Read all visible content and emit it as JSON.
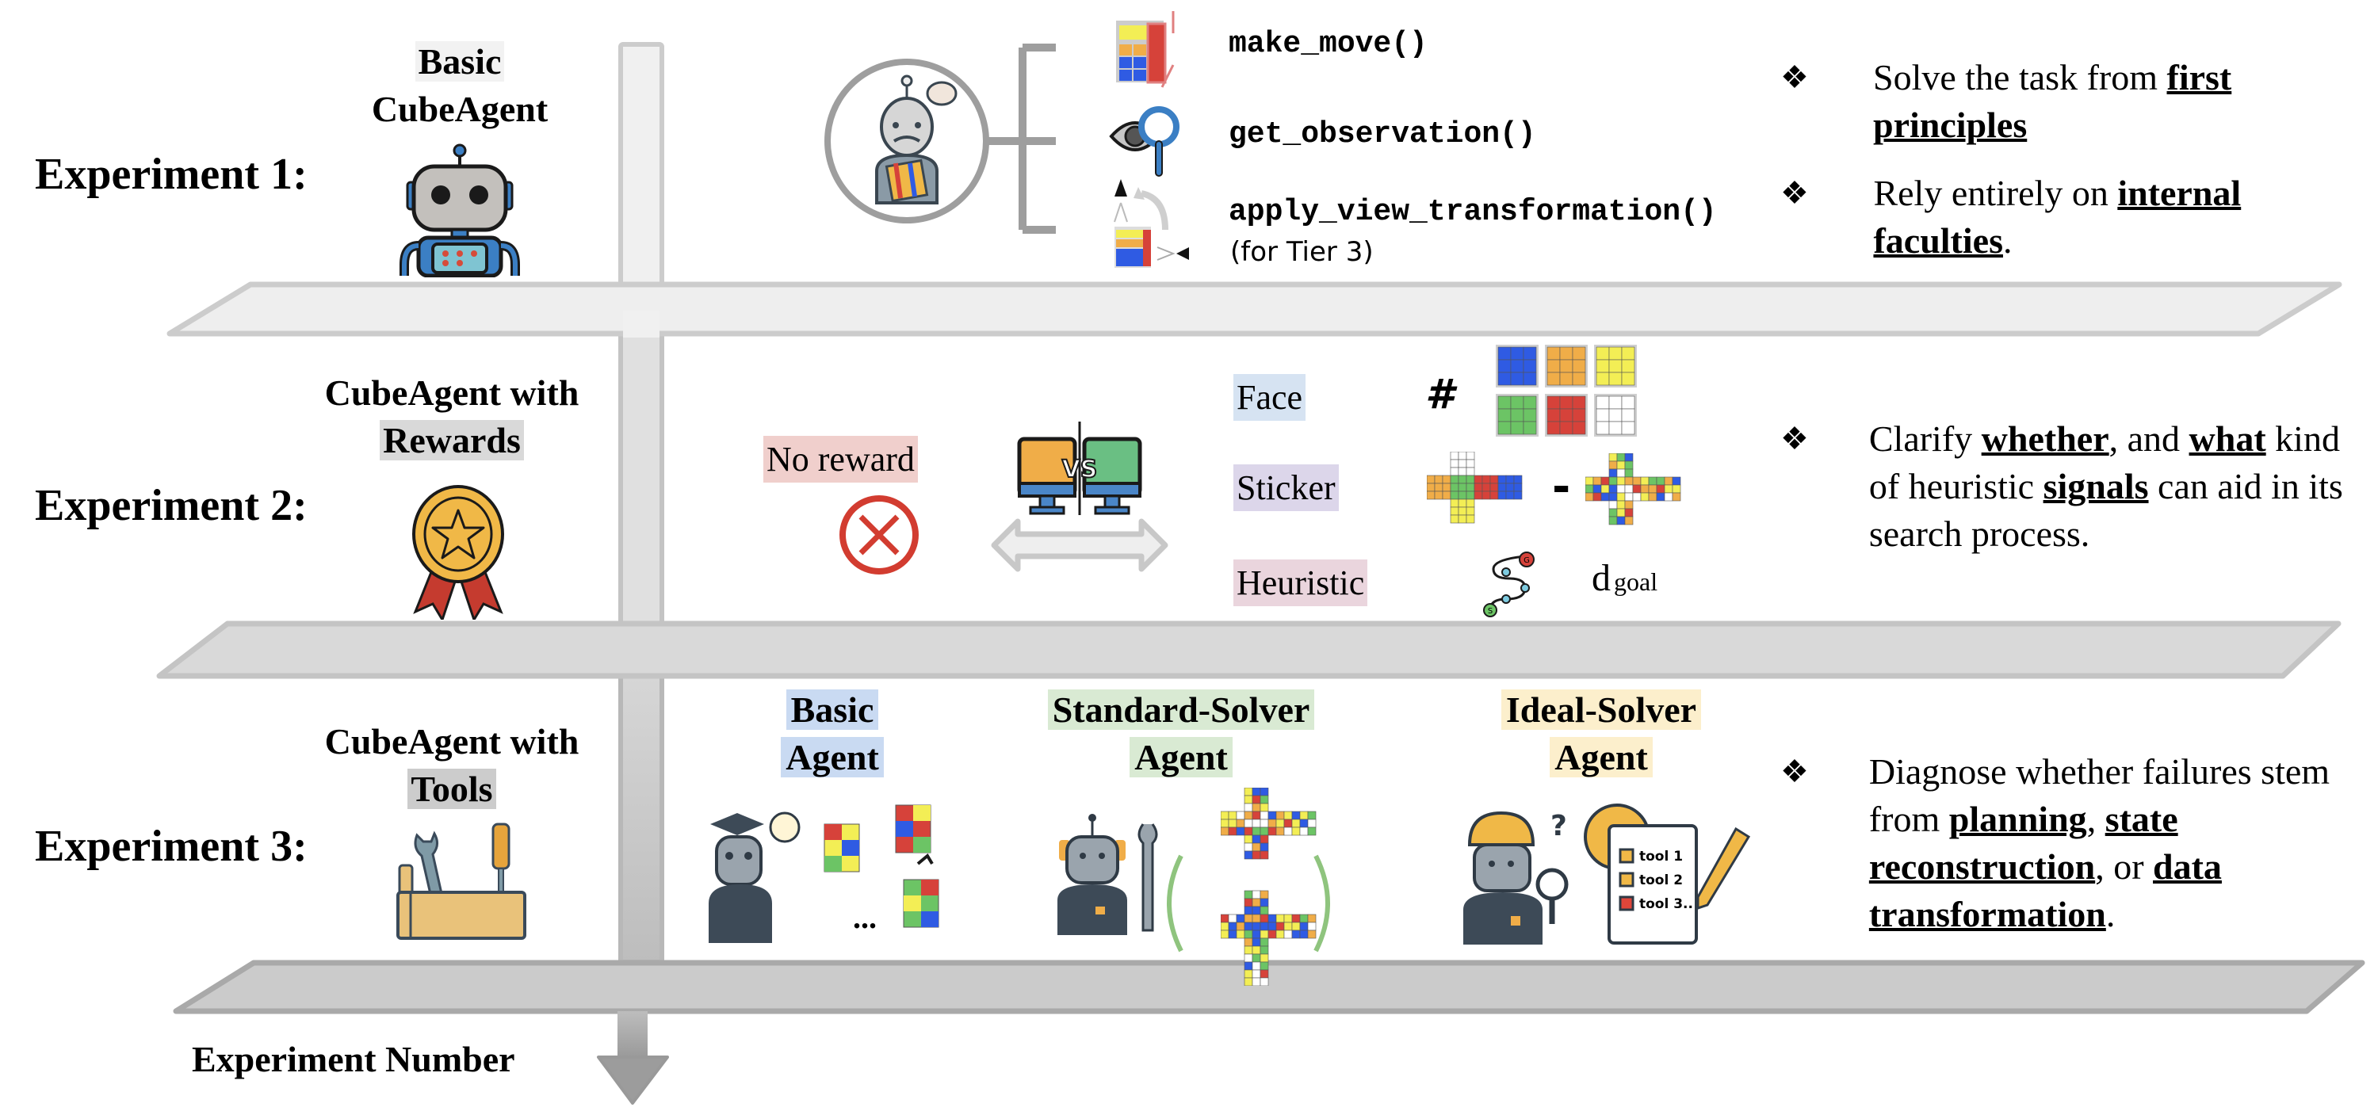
{
  "axis": {
    "label": "Experiment Number"
  },
  "colors": {
    "shelf_fill_1": "#eeeeee",
    "shelf_fill_2": "#d9d9d9",
    "shelf_fill_3": "#cbcbcb",
    "shelf_edge": "#c8c8c8",
    "pillar": "#d6d6d6",
    "hl_basic_title": "#f2f2f2",
    "hl_rewards": "#d9d9d9",
    "hl_tools": "#cccccc",
    "hl_no_reward": "#f0cfcc",
    "hl_face": "#d6e3f2",
    "hl_sticker": "#dcd6ea",
    "hl_heuristic": "#ead5dd",
    "hl_basic_agent": "#c9daf2",
    "hl_standard_agent": "#d9ead3",
    "hl_ideal_agent": "#fcefcc",
    "cube_blue": "#2f5be3",
    "cube_orange": "#f0ad48",
    "cube_yellow": "#f3ee55",
    "cube_green": "#6cc465",
    "cube_red": "#d6423a",
    "cube_white": "#ffffff"
  },
  "experiments": [
    {
      "label": "Experiment 1:",
      "agent_title_lines": [
        "Basic",
        "CubeAgent"
      ],
      "agent_icon": "robot-icon",
      "tools": [
        {
          "name": "make_move()",
          "icon": "cube-rotate-icon"
        },
        {
          "name": "get_observation()",
          "icon": "eye-magnifier-icon"
        },
        {
          "name": "apply_view_transformation()",
          "note": "(for Tier 3)",
          "icon": "view-transform-icon"
        }
      ],
      "bullets": [
        {
          "parts": [
            {
              "t": "Solve the task from ",
              "b": false
            },
            {
              "t": "first principles",
              "b": true
            }
          ]
        },
        {
          "parts": [
            {
              "t": "Rely entirely on ",
              "b": false
            },
            {
              "t": "internal faculties",
              "b": true
            },
            {
              "t": ".",
              "b": false
            }
          ]
        }
      ]
    },
    {
      "label": "Experiment 2:",
      "agent_title_lines": [
        "CubeAgent with",
        "Rewards"
      ],
      "agent_icon": "medal-icon",
      "no_reward": "No reward",
      "vs_label": "VS",
      "signals": [
        {
          "name": "Face",
          "symbol": "#"
        },
        {
          "name": "Sticker",
          "symbol": "-"
        },
        {
          "name": "Heuristic",
          "symbol": "d",
          "subscript": "goal"
        }
      ],
      "path_nodes": {
        "start": "S",
        "goal": "G"
      },
      "bullets": [
        {
          "parts": [
            {
              "t": "Clarify ",
              "b": false
            },
            {
              "t": "whether",
              "b": true
            },
            {
              "t": ", and ",
              "b": false
            },
            {
              "t": "what",
              "b": true
            },
            {
              "t": " kind of heuristic ",
              "b": false
            },
            {
              "t": "signals",
              "b": true
            },
            {
              "t": " can aid in its search process.",
              "b": false
            }
          ]
        }
      ]
    },
    {
      "label": "Experiment 3:",
      "agent_title_lines": [
        "CubeAgent with",
        "Tools"
      ],
      "agent_icon": "toolbox-icon",
      "sub_agents": [
        {
          "title_lines": [
            "Basic",
            "Agent"
          ],
          "ellipsis": "..."
        },
        {
          "title_lines": [
            "Standard-Solver",
            "Agent"
          ]
        },
        {
          "title_lines": [
            "Ideal-Solver",
            "Agent"
          ],
          "checklist": [
            "tool 1",
            "tool 2",
            "tool 3.."
          ],
          "question": "?"
        }
      ],
      "bullets": [
        {
          "parts": [
            {
              "t": "Diagnose whether failures stem from ",
              "b": false
            },
            {
              "t": "planning",
              "b": true
            },
            {
              "t": ", ",
              "b": false
            },
            {
              "t": "state reconstruction",
              "b": true
            },
            {
              "t": ", or ",
              "b": false
            },
            {
              "t": "data transformation",
              "b": true
            },
            {
              "t": ".",
              "b": false
            }
          ]
        }
      ]
    }
  ],
  "bullet_glyph": "❖"
}
